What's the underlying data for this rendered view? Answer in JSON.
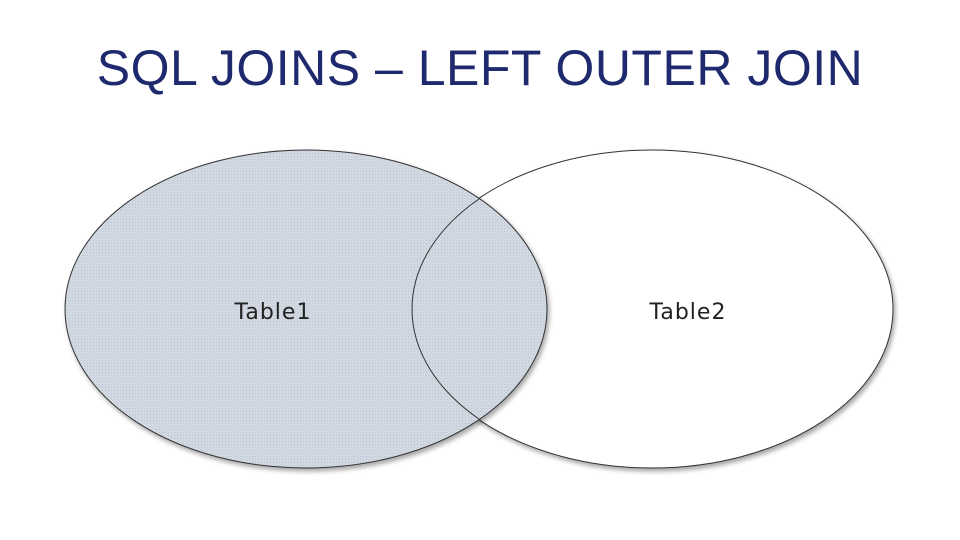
{
  "slide": {
    "title": "SQL JOINS – LEFT OUTER JOIN"
  },
  "venn": {
    "left_set": {
      "label": "Table1",
      "highlighted": true
    },
    "right_set": {
      "label": "Table2",
      "highlighted": false
    },
    "colors": {
      "title": "#1f2a6e",
      "highlight_fill": "#d3dae3",
      "highlight_dots": "#b9c3cf",
      "outline": "#333333",
      "shadow": "#c8c8c8"
    }
  }
}
